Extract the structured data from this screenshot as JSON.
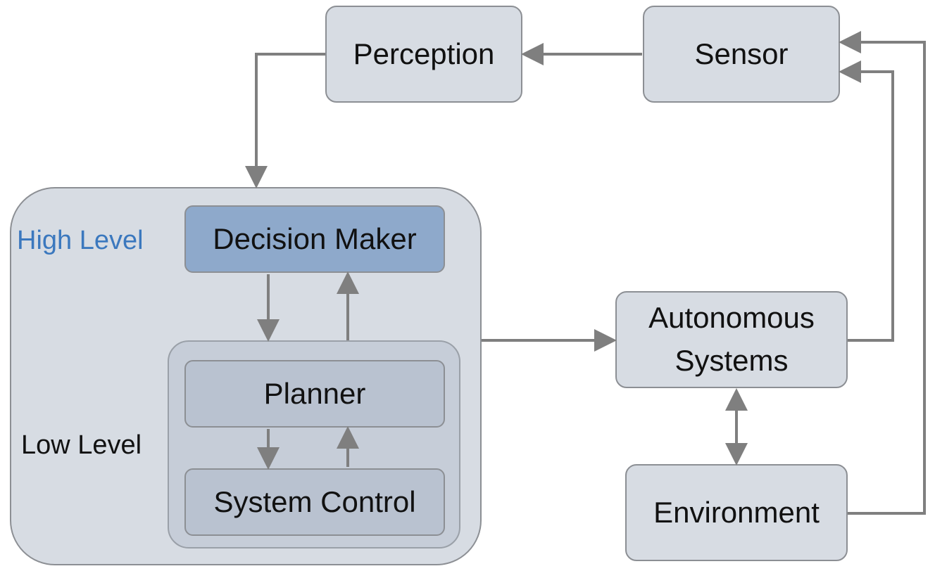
{
  "nodes": {
    "perception": "Perception",
    "sensor": "Sensor",
    "decision_maker": "Decision Maker",
    "planner": "Planner",
    "system_control": "System Control",
    "autonomous_systems_line1": "Autonomous",
    "autonomous_systems_line2": "Systems",
    "environment": "Environment"
  },
  "labels": {
    "high_level": "High Level",
    "low_level": "Low Level"
  },
  "colors": {
    "high_level_text": "#3b78be",
    "decision_maker_fill": "#8ea9cb",
    "box_fill": "#d7dce3",
    "arrow": "#7f7f7f"
  }
}
